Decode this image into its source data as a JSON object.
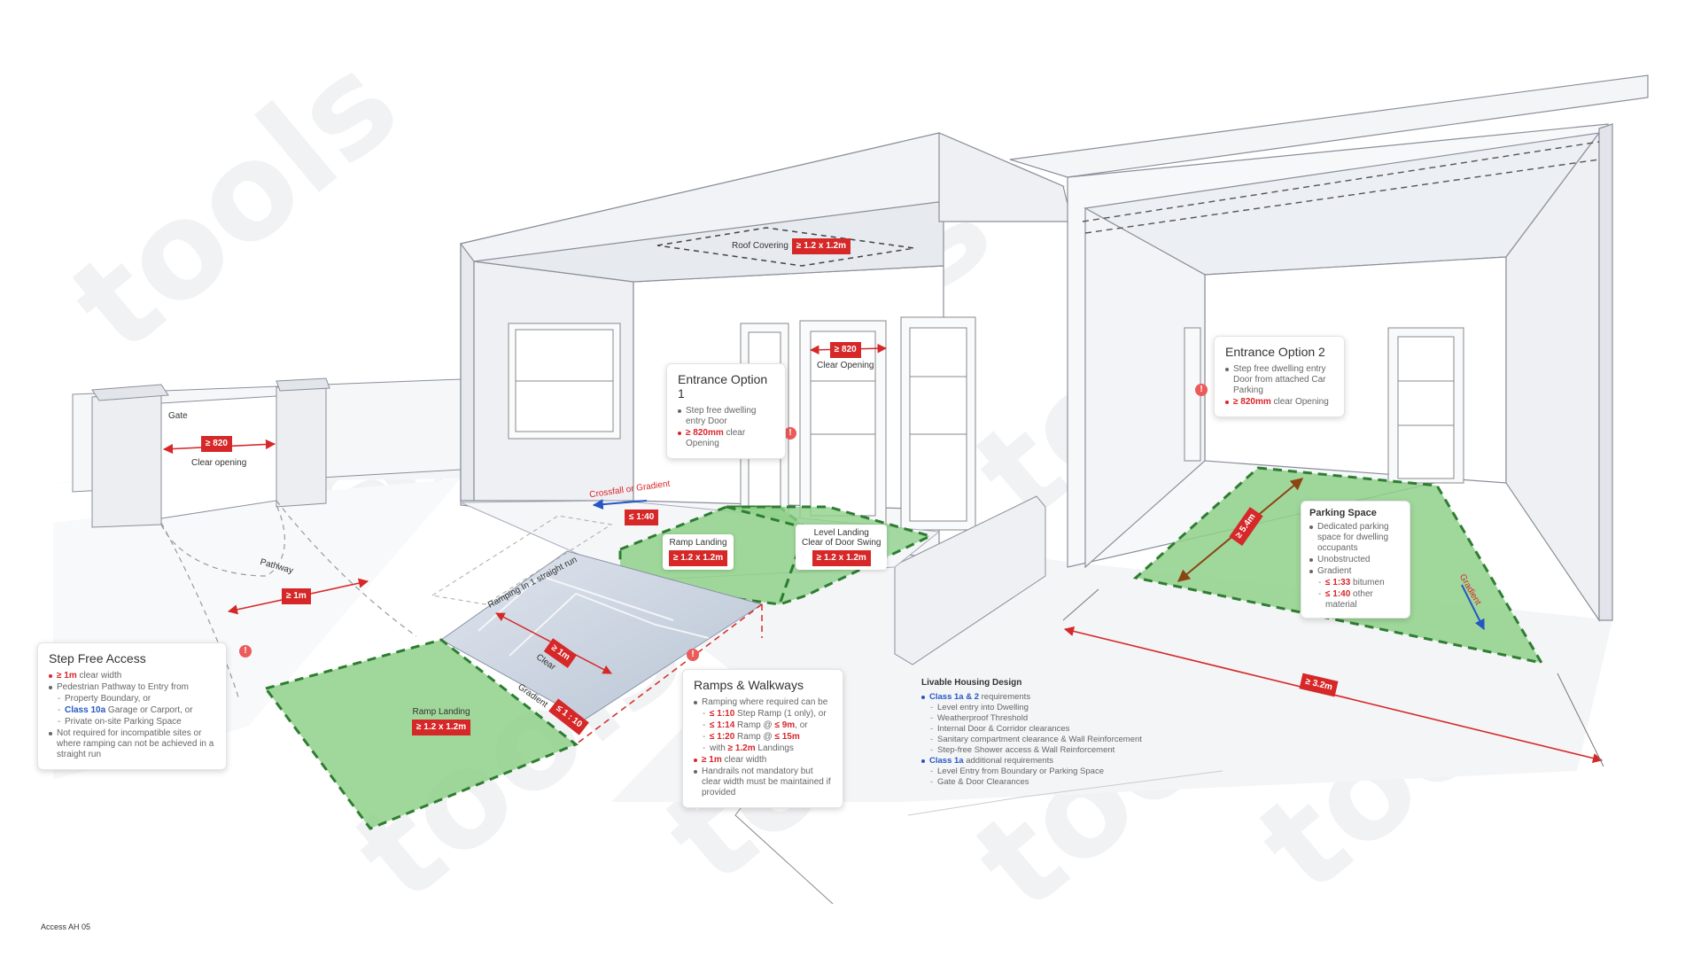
{
  "gate": {
    "label": "Gate",
    "dim": "≥ 820",
    "caption": "Clear opening"
  },
  "pathway": {
    "label": "Pathway",
    "dim": "≥ 1m"
  },
  "step_free": {
    "title": "Step Free Access",
    "b1_hl": "≥ 1m",
    "b1": " clear width",
    "b2": "Pedestrian Pathway to Entry from",
    "s1": "Property Boundary, or",
    "s2_hl": "Class 10a",
    "s2": " Garage or Carport, or",
    "s3": "Private on-site Parking Space",
    "b3": "Not required for incompatible sites or where ramping can not be achieved in a straight run"
  },
  "ramp_landing_low": {
    "label": "Ramp Landing",
    "dim": "≥ 1.2 x 1.2m"
  },
  "ramp": {
    "clear_label": "Clear",
    "clear_dim": "≥ 1m",
    "gradient_label": "Gradient",
    "gradient_dim": "≤ 1 : 10",
    "straight_run": "Ramping In 1 straight run"
  },
  "ramps_walkways": {
    "title": "Ramps & Walkways",
    "b1": "Ramping where required can be",
    "s1_hl": "≤ 1:10",
    "s1": " Step Ramp (1 only), or",
    "s2_hl": "≤ 1:14",
    "s2a": " Ramp @ ",
    "s2_hl2": "≤ 9m",
    "s2b": ", or",
    "s3_hl": "≤ 1:20",
    "s3a": " Ramp @ ",
    "s3_hl2": "≤ 15m",
    "s4a": "with ",
    "s4_hl": "≥ 1.2m",
    "s4b": " Landings",
    "b2_hl": "≥ 1m",
    "b2": " clear width",
    "b3": "Handrails not mandatory but clear width must be maintained if provided"
  },
  "roof": {
    "label": "Roof Covering",
    "dim": "≥ 1.2 x 1.2m"
  },
  "door1": {
    "dim": "≥ 820",
    "label": "Clear Opening"
  },
  "entrance1": {
    "title": "Entrance Option 1",
    "b1": "Step free dwelling entry Door",
    "b2_hl": "≥ 820mm",
    "b2": " clear Opening"
  },
  "crossfall": {
    "label": "Crossfall or Gradient",
    "dim": "≤ 1:40"
  },
  "ramp_landing_top": {
    "label": "Ramp Landing",
    "dim": "≥ 1.2 x 1.2m"
  },
  "level_landing": {
    "label1": "Level Landing",
    "label2": "Clear of Door Swing",
    "dim": "≥ 1.2 x 1.2m"
  },
  "entrance2": {
    "title": "Entrance Option 2",
    "b1": "Step free dwelling entry Door from attached Car Parking",
    "b2_hl": "≥ 820mm",
    "b2": " clear Opening"
  },
  "parking": {
    "title": "Parking Space",
    "b1": "Dedicated parking space for dwelling occupants",
    "b2": "Unobstructed",
    "b3": "Gradient",
    "s1_hl": "≤ 1:33",
    "s1": " bitumen",
    "s2_hl": "≤ 1:40",
    "s2": " other material",
    "dim_depth": "≥ 5.4m",
    "gradient_label": "Gradient",
    "dim_width": "≥ 3.2m"
  },
  "livable": {
    "title": "Livable Housing Design",
    "b1_hl": "Class 1a & 2",
    "b1": " requirements",
    "items1": [
      "Level entry into Dwelling",
      "Weatherproof Threshold",
      "Internal Door & Corridor clearances",
      "Sanitary compartment clearance & Wall Reinforcement",
      "Step-free Shower access & Wall Reinforcement"
    ],
    "b2_hl": "Class 1a",
    "b2": " additional requirements",
    "items2": [
      "Level Entry from Boundary or Parking Space",
      "Gate & Door Clearances"
    ]
  },
  "footer": "Access AH 05",
  "colors": {
    "accent_red": "#d62828",
    "landing_green": "#8fd18a",
    "dash_green": "#2e7d32",
    "link_blue": "#2557c4"
  }
}
